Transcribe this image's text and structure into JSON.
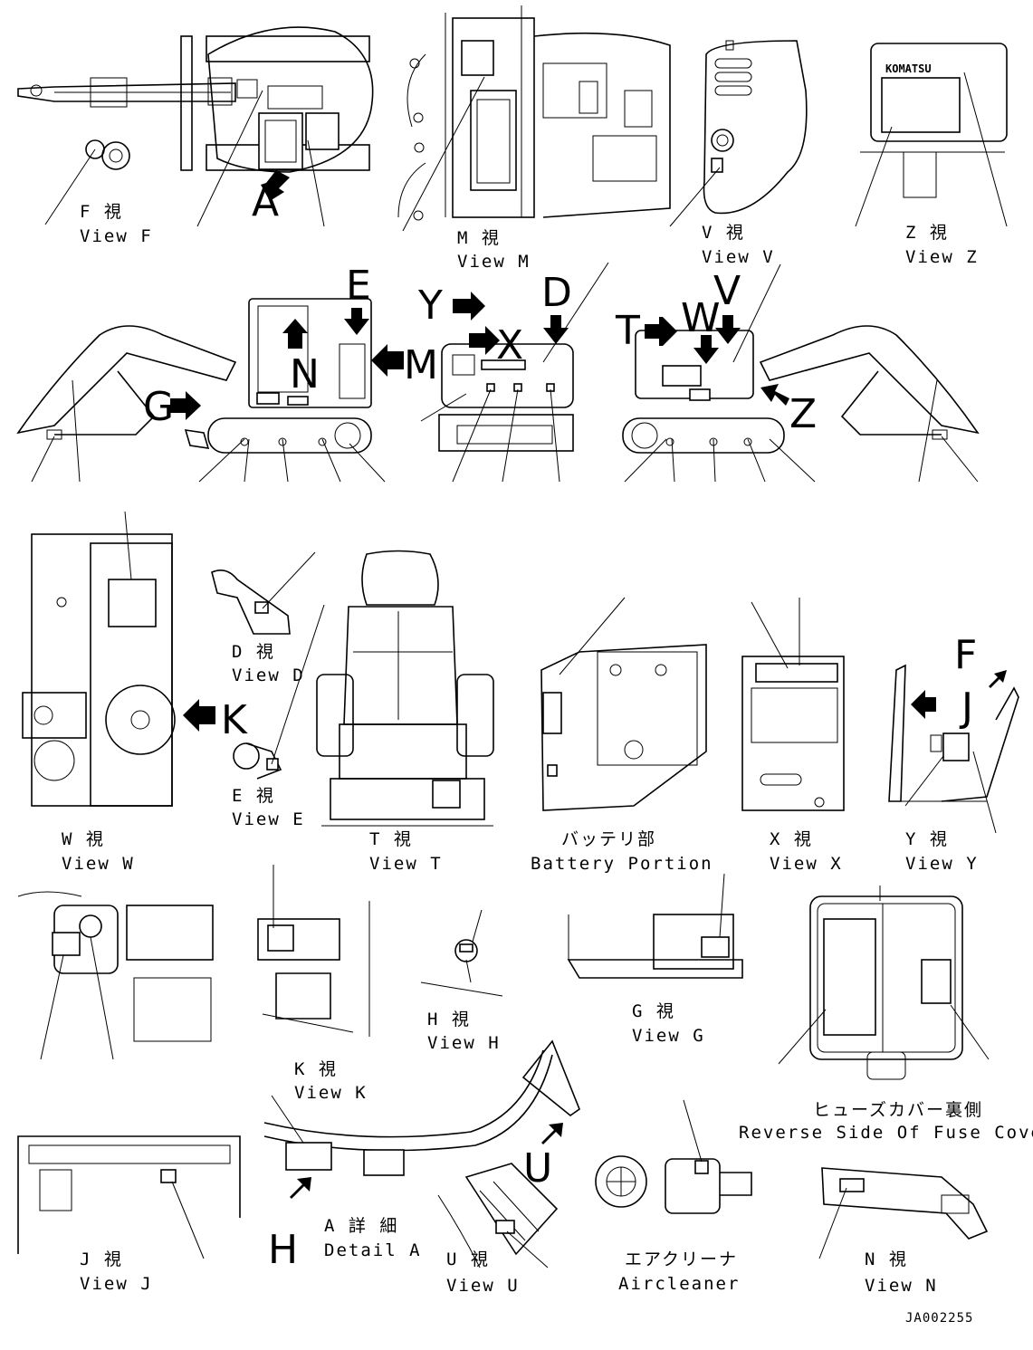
{
  "views": {
    "f": {
      "jp": "F 視",
      "en": "View F"
    },
    "m": {
      "jp": "M 視",
      "en": "View M"
    },
    "v": {
      "jp": "V 視",
      "en": "View V"
    },
    "z": {
      "jp": "Z 視",
      "en": "View Z"
    },
    "d": {
      "jp": "D 視",
      "en": "View D"
    },
    "e": {
      "jp": "E 視",
      "en": "View E"
    },
    "w": {
      "jp": "W 視",
      "en": "View W"
    },
    "t": {
      "jp": "T 視",
      "en": "View T"
    },
    "battery": {
      "jp": "バッテリ部",
      "en": "Battery Portion"
    },
    "x": {
      "jp": "X 視",
      "en": "View X"
    },
    "y": {
      "jp": "Y 視",
      "en": "View Y"
    },
    "h": {
      "jp": "H 視",
      "en": "View H"
    },
    "g": {
      "jp": "G 視",
      "en": "View G"
    },
    "k": {
      "jp": "K 視",
      "en": "View K"
    },
    "fuse": {
      "jp": "ヒューズカバー裏側",
      "en": "Reverse Side Of Fuse Cover"
    },
    "j": {
      "jp": "J 視",
      "en": "View J"
    },
    "detail_a": {
      "jp": "A 詳 細",
      "en": "Detail A"
    },
    "u": {
      "jp": "U 視",
      "en": "View U"
    },
    "aircleaner": {
      "jp": "エアクリーナ",
      "en": "Aircleaner"
    },
    "n": {
      "jp": "N 視",
      "en": "View N"
    }
  },
  "callouts": {
    "a": "A",
    "e": "E",
    "n": "N",
    "g": "G",
    "m": "M",
    "y": "Y",
    "x": "X",
    "d": "D",
    "t": "T",
    "w": "W",
    "v": "V",
    "z": "Z",
    "k": "K",
    "f": "F",
    "j": "J",
    "h": "H",
    "u": "U"
  },
  "decal_text": {
    "brand": "KOMATSU"
  },
  "drawing_code": "JA002255"
}
